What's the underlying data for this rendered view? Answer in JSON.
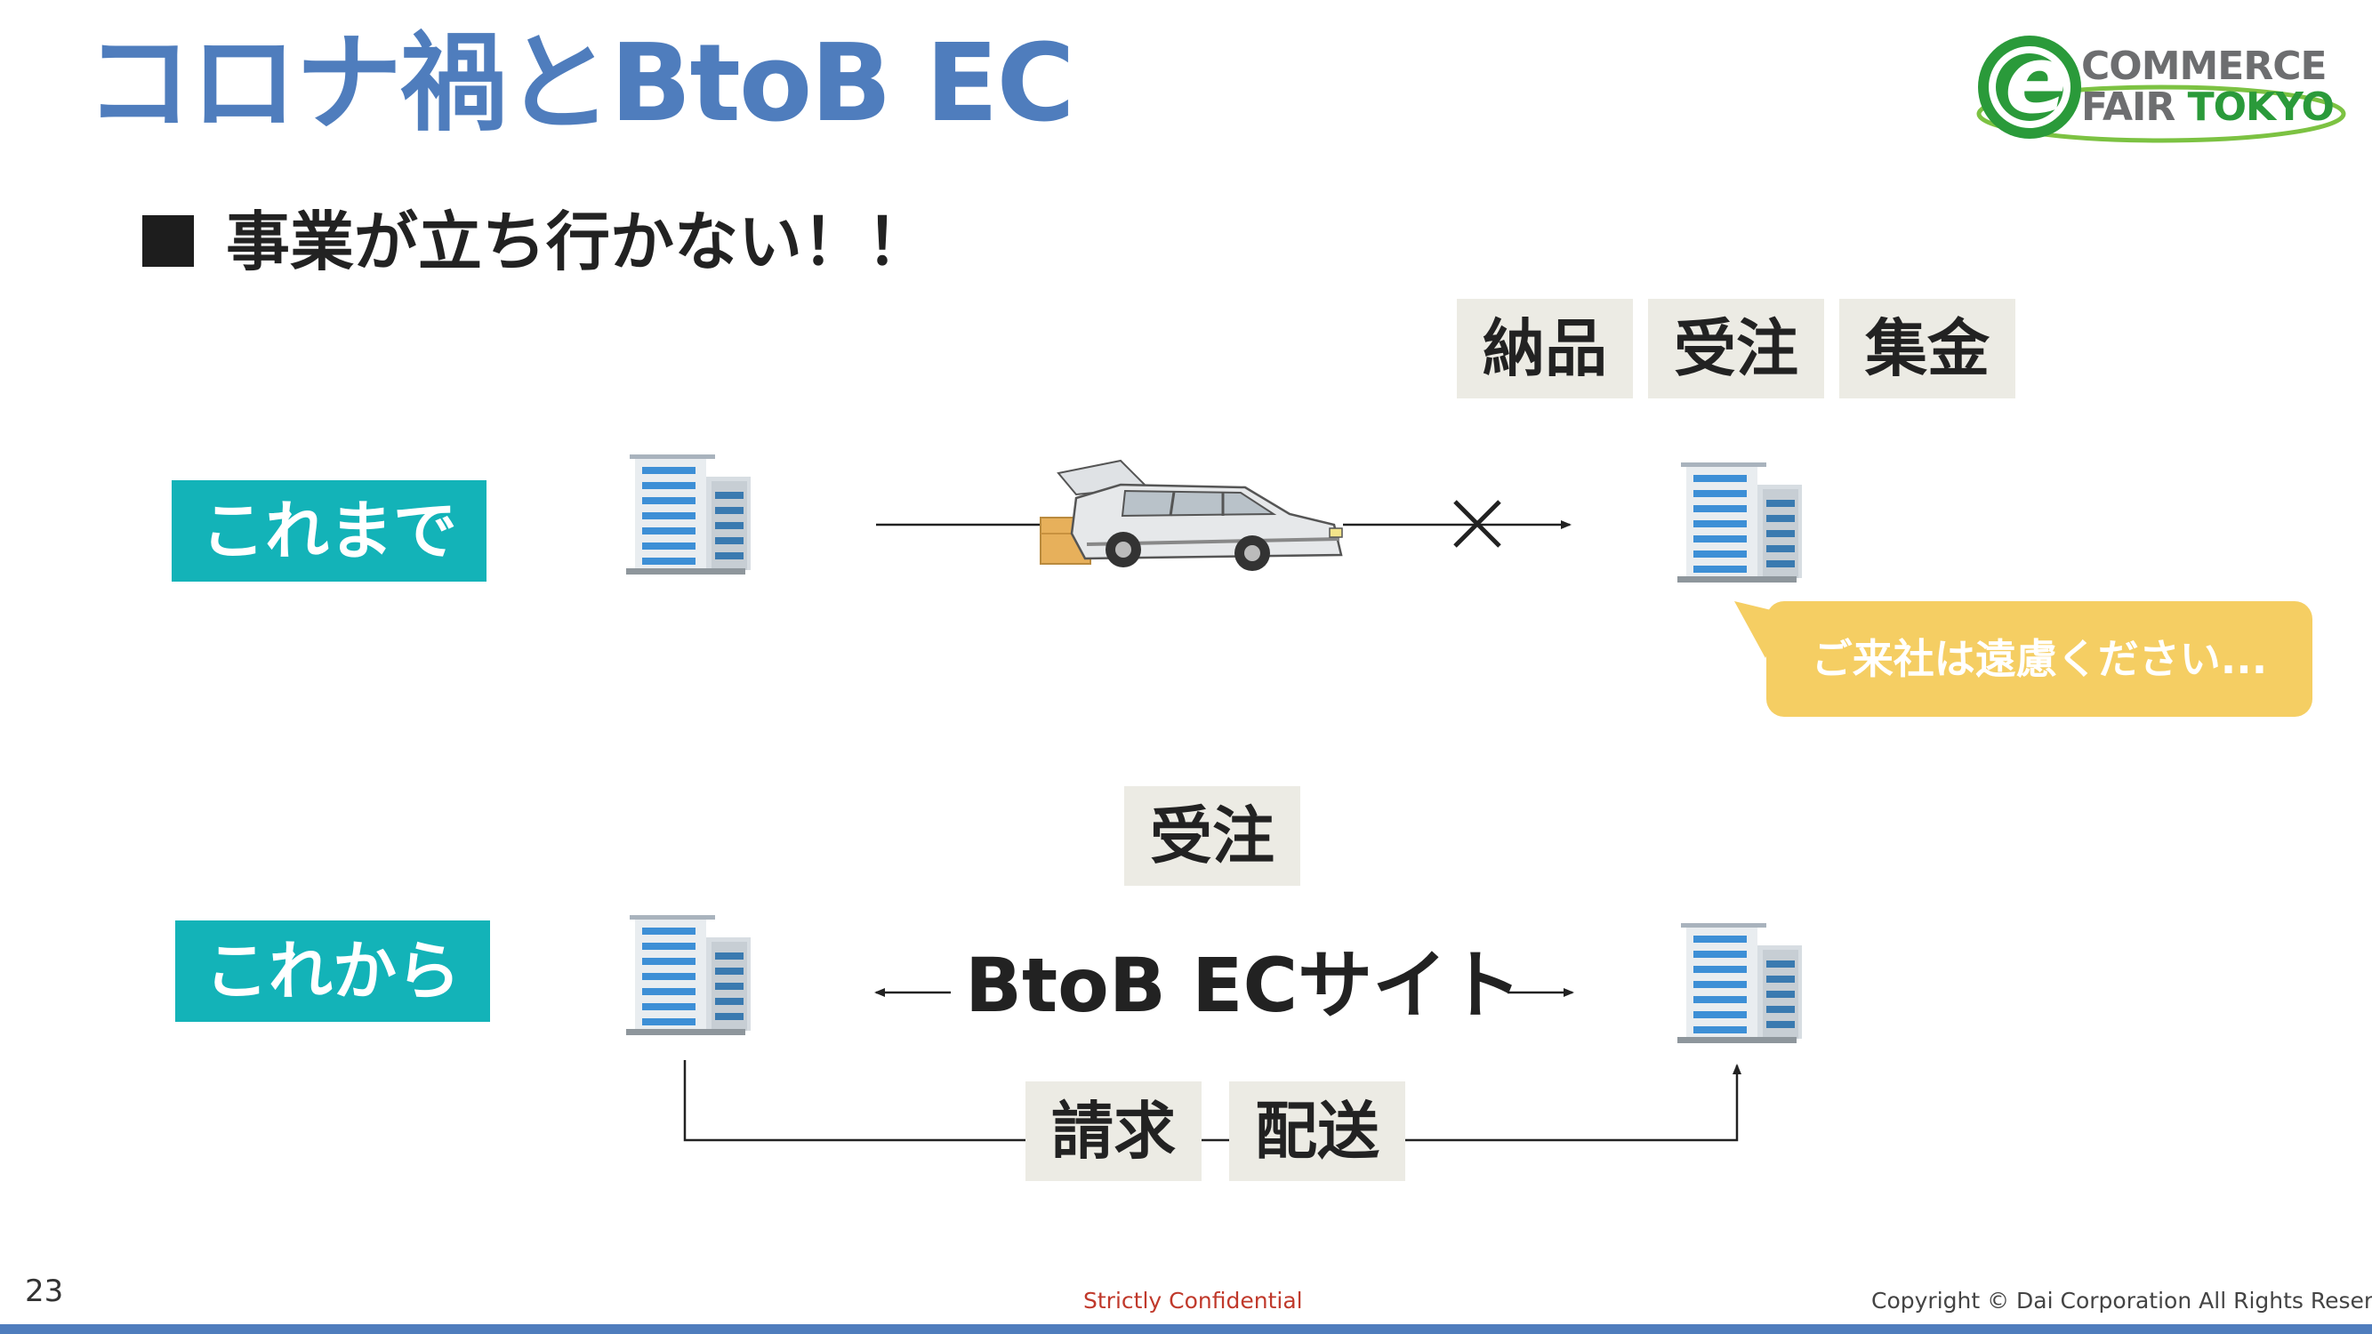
{
  "slide": {
    "title": "コロナ禍とBtoB EC",
    "bullet": "事業が立ち行かない！！",
    "page_number": "23",
    "confidential": "Strictly Confidential",
    "copyright": "Copyright © Dai Corporation All Rights Reserved."
  },
  "logo": {
    "letter": "e",
    "line1": "COMMERCE",
    "line2a": "FAIR",
    "line2b": "TOKYO"
  },
  "before": {
    "label": "これまで",
    "tags": [
      "納品",
      "受注",
      "集金"
    ],
    "cross_mark": "×",
    "bubble": "ご来社は遠慮ください..."
  },
  "after": {
    "label": "これから",
    "top_tag": "受注",
    "center": "BtoB ECサイト",
    "bottom_tags": [
      "請求",
      "配送"
    ]
  },
  "colors": {
    "title_blue": "#4f7dbd",
    "teal": "#13b3b8",
    "bubble_yellow": "#f5ce63",
    "tag_bg": "#ecebe4",
    "logo_green": "#2a9a3a"
  }
}
